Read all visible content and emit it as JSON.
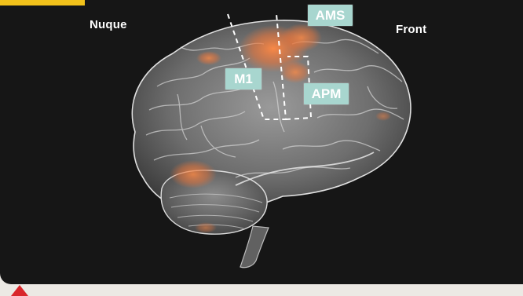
{
  "labels": {
    "back": "Nuque",
    "front": "Front"
  },
  "regions": {
    "ams": "AMS",
    "m1": "M1",
    "apm": "APM"
  },
  "colors": {
    "background": "#161616",
    "tag": "#a8d6cf",
    "activation": "#e8743a",
    "header_tab": "#f2c21b",
    "marker": "#d9262b"
  }
}
